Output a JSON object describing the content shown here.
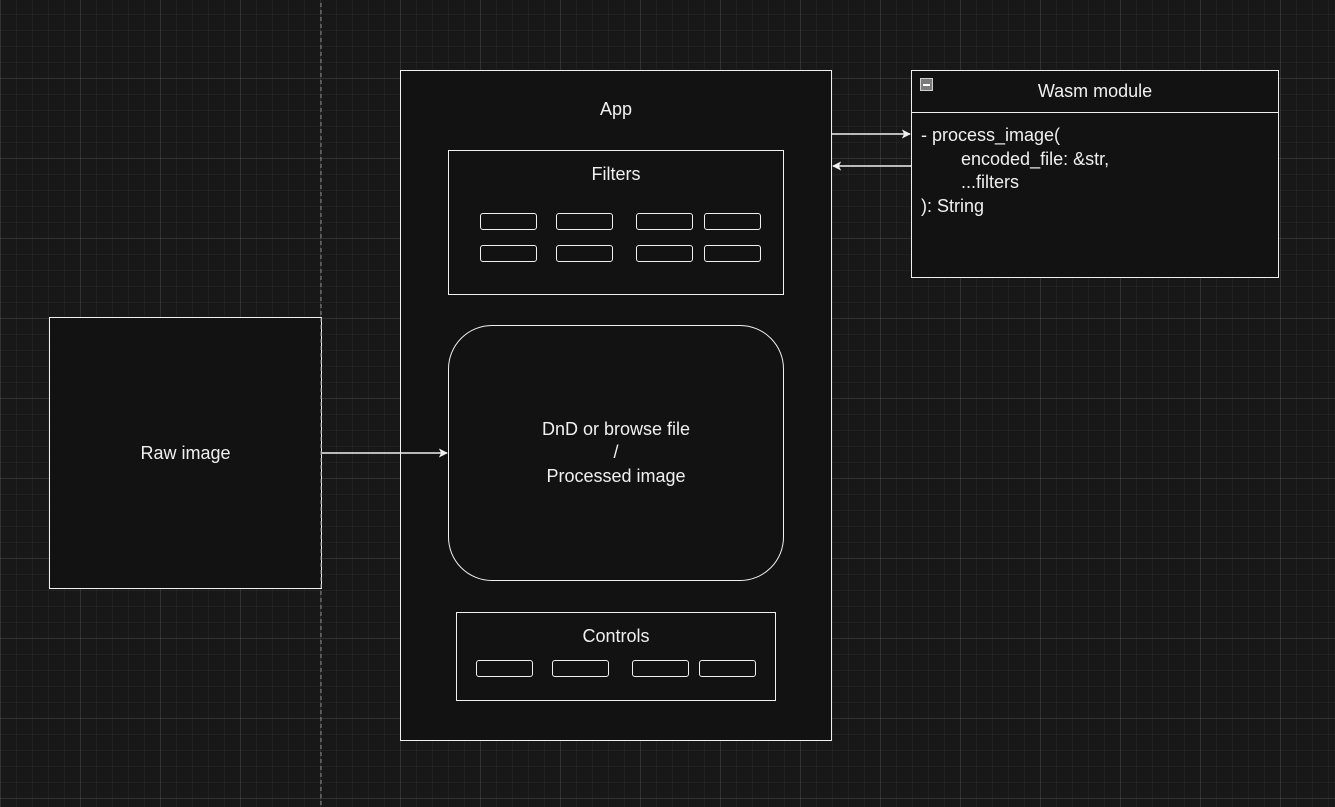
{
  "diagram": {
    "raw_image": {
      "label": "Raw image"
    },
    "app": {
      "title": "App",
      "filters": {
        "title": "Filters",
        "button_count": 8
      },
      "drop_zone": {
        "lines": [
          "DnD or browse file",
          "/",
          "Processed image"
        ]
      },
      "controls": {
        "title": "Controls",
        "button_count": 4
      }
    },
    "wasm_module": {
      "title": "Wasm module",
      "members": [
        "- process_image(",
        "        encoded_file: &str,",
        "        ...filters",
        "): String"
      ]
    },
    "connectors": [
      {
        "from": "raw_image",
        "to": "drop_zone"
      },
      {
        "from": "app",
        "to": "wasm_module"
      },
      {
        "from": "wasm_module",
        "to": "app"
      }
    ],
    "colors": {
      "background": "#181818",
      "shape_fill": "#121212",
      "stroke": "#f0f0f0"
    }
  }
}
